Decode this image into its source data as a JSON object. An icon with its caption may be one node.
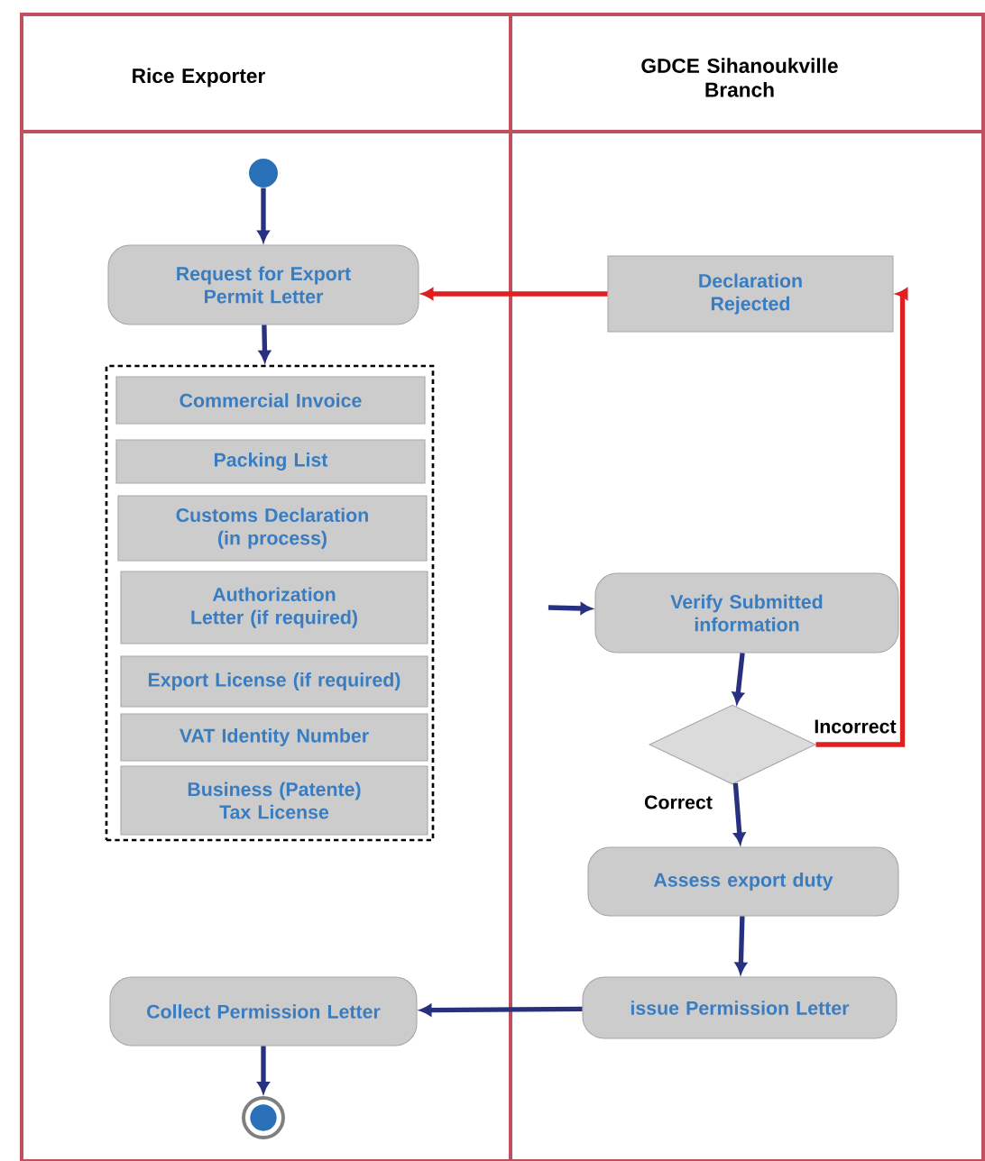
{
  "diagram": {
    "nodes": [
      {
        "text": [
          "Rice Exporter"
        ]
      },
      {
        "text": [
          "GDCE Sihanoukville Branch"
        ]
      },
      {
        "text": [],
        "shape": "circle",
        "in": 0
      },
      {
        "text": [
          "Request for Export Permit Letter"
        ],
        "in": 0
      },
      {
        "text": [],
        "shape": "box",
        "in": 0
      },
      {
        "text": [
          "Commercial Invoice"
        ],
        "in": 4
      },
      {
        "text": [
          "Packing List"
        ],
        "in": 4
      },
      {
        "text": [
          "Customs Declaration (in process)"
        ],
        "in": 4
      },
      {
        "text": [
          "Authorization Letter (if required)"
        ],
        "in": 4
      },
      {
        "text": [
          "Export License (if required)"
        ],
        "in": 4
      },
      {
        "text": [
          "VAT Identity Number"
        ],
        "in": 4
      },
      {
        "text": [
          "Business (Patente) Tax License"
        ],
        "in": 4
      },
      {
        "text": [
          "Collect Permission Letter"
        ],
        "in": 0
      },
      {
        "text": [],
        "shape": "circle",
        "in": 0
      },
      {
        "text": [
          "Declaration Rejected"
        ],
        "in": 1
      },
      {
        "text": [
          "Verify Submitted information"
        ],
        "in": 1
      },
      {
        "text": [],
        "shape": "diamond",
        "in": 1
      },
      {
        "text": [
          "Assess export duty"
        ],
        "in": 1
      },
      {
        "text": [
          "issue Permission Letter"
        ],
        "in": 1
      }
    ],
    "edges": [
      {
        "from": 2,
        "to": 3,
        "arrow": "to"
      },
      {
        "from": 3,
        "to": 4,
        "arrow": "to"
      },
      {
        "from": 14,
        "to": 3,
        "arrow": "to",
        "color": "#e02020"
      },
      {
        "from": null,
        "to": 15,
        "arrow": "to"
      },
      {
        "from": 15,
        "to": 16,
        "arrow": "to"
      },
      {
        "from": 16,
        "to": 14,
        "arrow": "to",
        "label": "Incorrect",
        "color": "#e02020"
      },
      {
        "from": 16,
        "to": 17,
        "arrow": "to",
        "label": "Correct"
      },
      {
        "from": 17,
        "to": 18,
        "arrow": "to"
      },
      {
        "from": 18,
        "to": 12,
        "arrow": "to"
      },
      {
        "from": 12,
        "to": 13,
        "arrow": "to"
      }
    ]
  }
}
